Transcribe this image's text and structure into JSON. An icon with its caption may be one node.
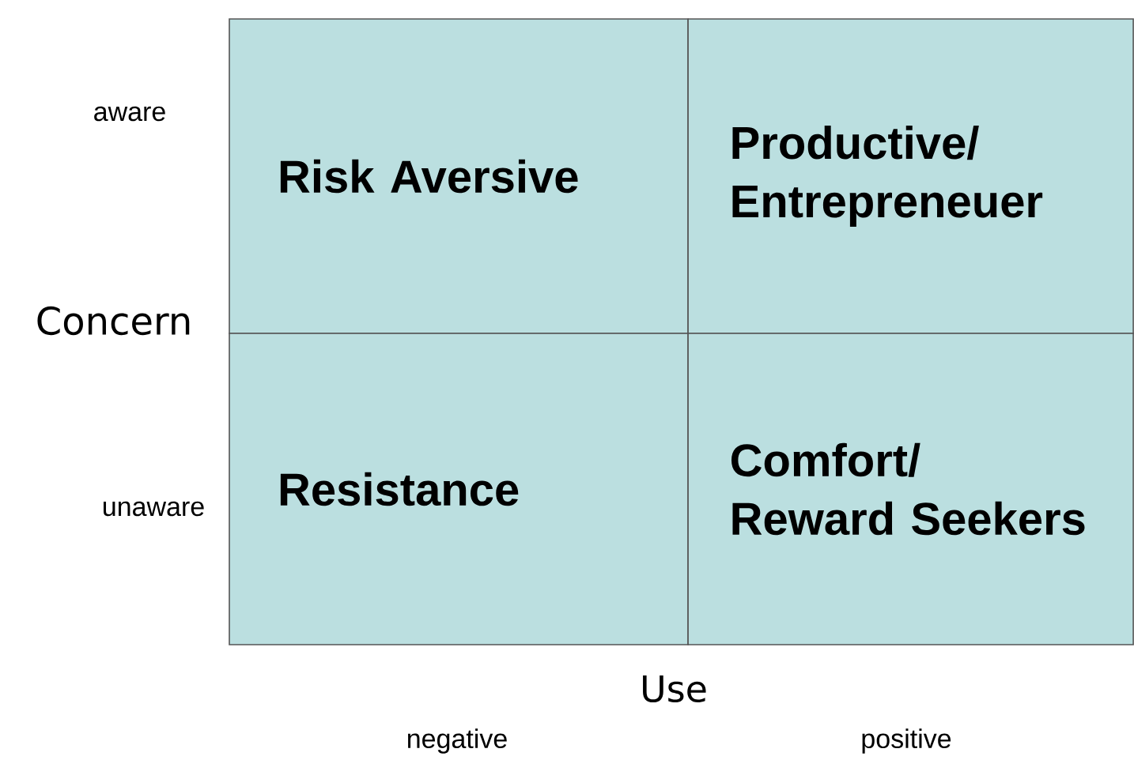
{
  "diagram": {
    "nodes": [
      {
        "text": [
          "Risk Aversive"
        ]
      },
      {
        "text": [
          "Productive/ Entrepreneuer"
        ]
      },
      {
        "text": [
          "Resistance"
        ]
      },
      {
        "text": [
          "Comfort/ Reward Seekers"
        ]
      }
    ],
    "labels": [
      "aware",
      "Concern",
      "unaware",
      "Use",
      "negative",
      "positive"
    ]
  }
}
